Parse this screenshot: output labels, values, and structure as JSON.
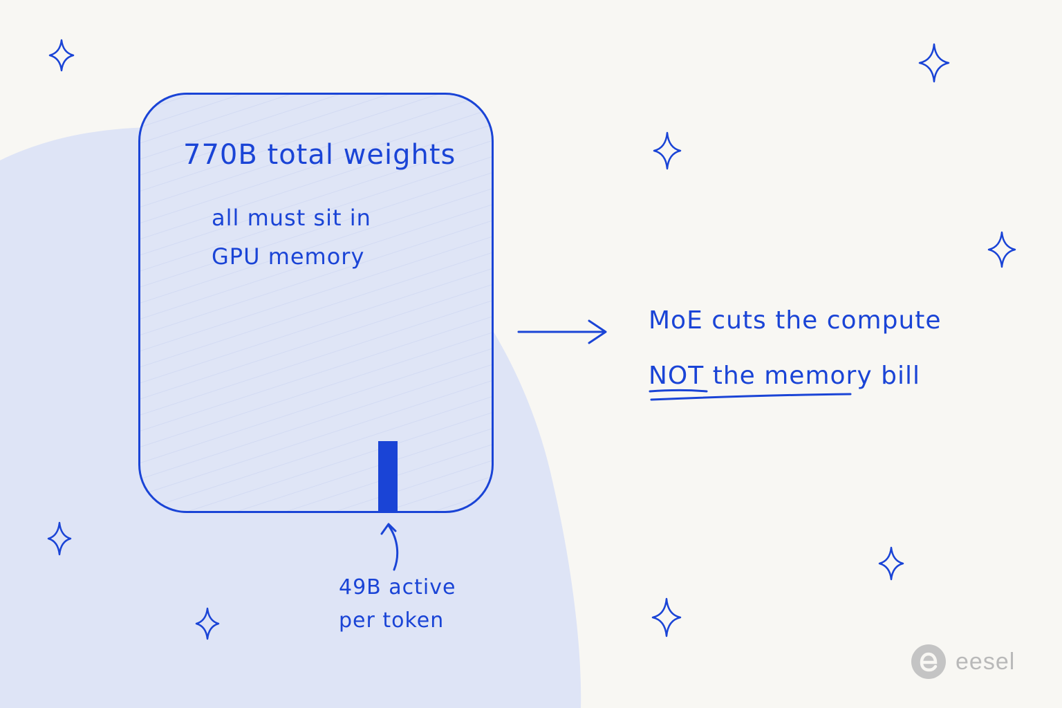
{
  "memory_box": {
    "title": "770B total weights",
    "line1": "all must sit in",
    "line2": "GPU memory"
  },
  "active_caption": {
    "line1": "49B active",
    "line2": "per token"
  },
  "callout": {
    "line1": "MoE cuts the compute",
    "emphasis": "NOT",
    "line2_rest": " the memory bill"
  },
  "brand": {
    "name": "eesel"
  },
  "colors": {
    "ink": "#1a44d6",
    "background": "#f8f7f3",
    "blob": "#dee4f6",
    "logo": "#b9b9b9"
  },
  "active_fraction_of_total": 0.0636
}
